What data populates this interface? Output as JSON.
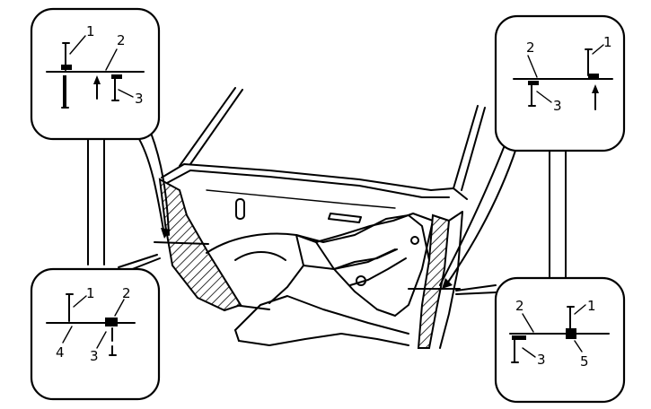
{
  "diagram": {
    "callouts": {
      "top_left": {
        "labels": [
          "1",
          "2",
          "3"
        ]
      },
      "bottom_left": {
        "labels": [
          "1",
          "2",
          "4",
          "3"
        ]
      },
      "top_right": {
        "labels": [
          "2",
          "1",
          "3"
        ]
      },
      "bottom_right": {
        "labels": [
          "2",
          "1",
          "3",
          "5"
        ]
      }
    }
  }
}
